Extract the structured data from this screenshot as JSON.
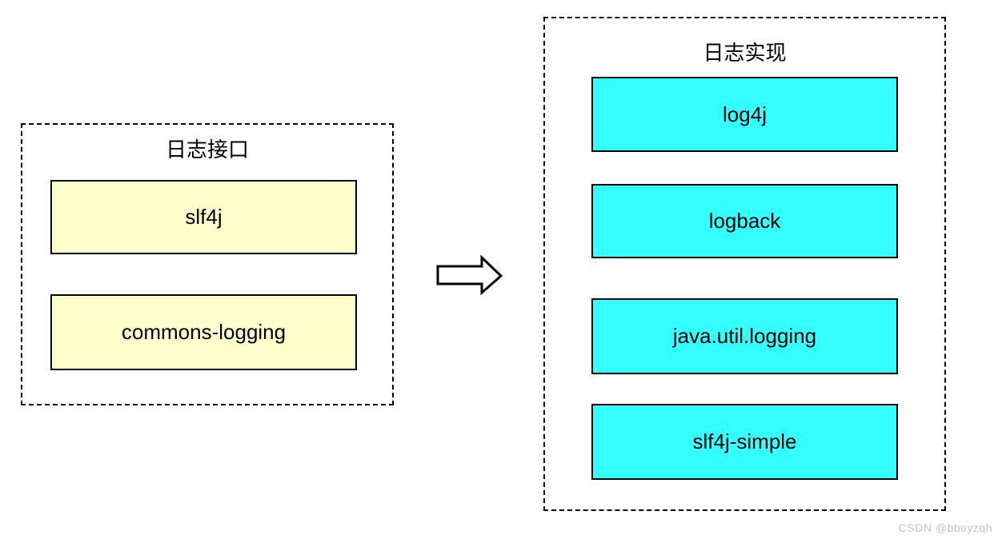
{
  "diagram": {
    "left_group": {
      "title": "日志接口",
      "items": [
        {
          "label": "slf4j"
        },
        {
          "label": "commons-logging"
        }
      ],
      "fill": "#FFFFCC"
    },
    "right_group": {
      "title": "日志实现",
      "items": [
        {
          "label": "log4j"
        },
        {
          "label": "logback"
        },
        {
          "label": "java.util.logging"
        },
        {
          "label": "slf4j-simple"
        }
      ],
      "fill": "#33FFFF"
    },
    "arrow": "right-block-arrow"
  },
  "watermark": "CSDN @bboyzqh",
  "colors": {
    "interface_fill": "#FFFFCC",
    "implementation_fill": "#33FFFF",
    "border": "#000000",
    "watermark_text": "#C2C2C2"
  }
}
